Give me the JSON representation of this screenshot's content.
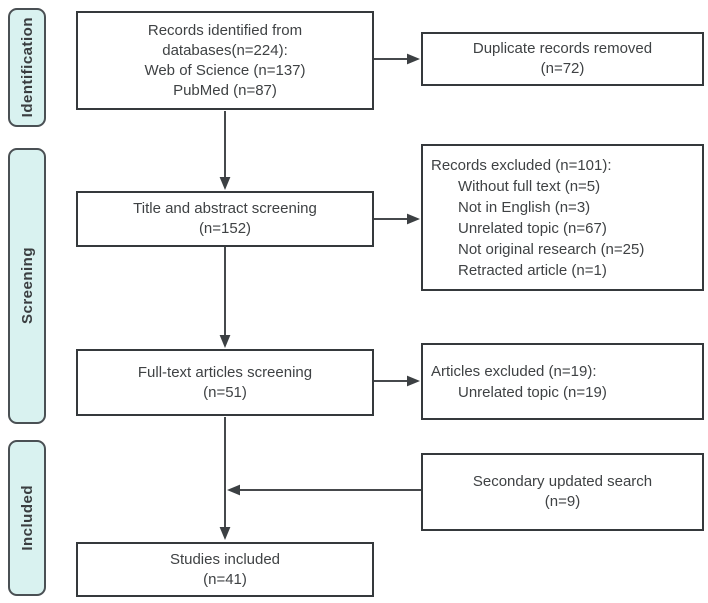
{
  "stages": [
    {
      "label": "Identification"
    },
    {
      "label": "Screening"
    },
    {
      "label": "Included"
    }
  ],
  "flow_boxes": {
    "records_identified": {
      "lines": [
        "Records identified from",
        "databases(n=224):",
        "Web of Science (n=137)",
        "PubMed (n=87)"
      ]
    },
    "title_abstract_screening": {
      "lines": [
        "Title and abstract screening",
        "(n=152)"
      ]
    },
    "fulltext_screening": {
      "lines": [
        "Full-text articles screening",
        "(n=51)"
      ]
    },
    "studies_included": {
      "lines": [
        "Studies included",
        "(n=41)"
      ]
    }
  },
  "side_boxes": {
    "duplicates_removed": {
      "lines": [
        "Duplicate records removed",
        "(n=72)"
      ]
    },
    "records_excluded": {
      "heading": "Records excluded (n=101):",
      "items": [
        "Without full text (n=5)",
        "Not in English (n=3)",
        "Unrelated topic (n=67)",
        "Not original research (n=25)",
        "Retracted article (n=1)"
      ]
    },
    "articles_excluded": {
      "heading": "Articles excluded (n=19):",
      "items": [
        "Unrelated topic (n=19)"
      ]
    },
    "secondary_search": {
      "lines": [
        "Secondary updated search",
        "(n=9)"
      ]
    }
  },
  "colors": {
    "stage_fill": "#d9f2f0",
    "box_border": "#35393c",
    "arrow": "#46494c",
    "text": "#3f4244",
    "background": "#ffffff"
  }
}
